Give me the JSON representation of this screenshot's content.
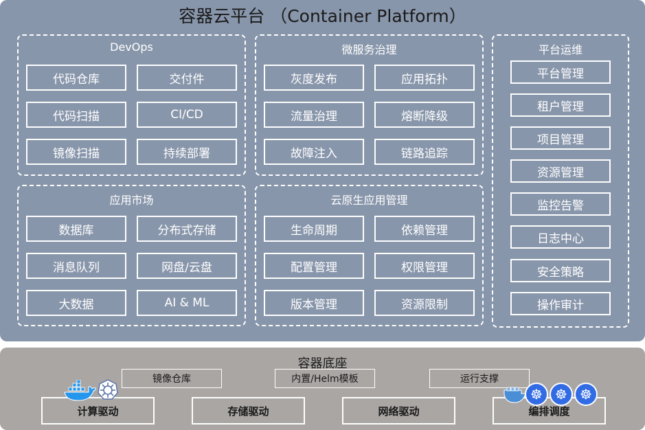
{
  "title": "容器云平台 （Container Platform）",
  "devops": {
    "title": "DevOps",
    "items": [
      "代码仓库",
      "交付件",
      "代码扫描",
      "CI/CD",
      "镜像扫描",
      "持续部署"
    ]
  },
  "microservice": {
    "title": "微服务治理",
    "items": [
      "灰度发布",
      "应用拓扑",
      "流量治理",
      "熔断降级",
      "故障注入",
      "链路追踪"
    ]
  },
  "ops": {
    "title": "平台运维",
    "items": [
      "平台管理",
      "租户管理",
      "项目管理",
      "资源管理",
      "监控告警",
      "日志中心",
      "安全策略",
      "操作审计"
    ]
  },
  "market": {
    "title": "应用市场",
    "items": [
      "数据库",
      "分布式存储",
      "消息队列",
      "网盘/云盘",
      "大数据",
      "AI & ML"
    ]
  },
  "cloudnative": {
    "title": "云原生应用管理",
    "items": [
      "生命周期",
      "依赖管理",
      "配置管理",
      "权限管理",
      "版本管理",
      "资源限制"
    ]
  },
  "base": {
    "title": "容器底座",
    "tools": [
      "镜像仓库",
      "内置/Helm模板",
      "运行支撑"
    ],
    "drivers": [
      "计算驱动",
      "存储驱动",
      "网络驱动",
      "编排调度"
    ]
  },
  "colors": {
    "platform_bg": "#8896ab",
    "base_bg": "#aaa6a4",
    "kubernetes_blue": "#326ce5",
    "docker_blue": "#2496ed"
  },
  "icons": [
    "docker-whale-icon",
    "kubernetes-wheel-icon"
  ]
}
